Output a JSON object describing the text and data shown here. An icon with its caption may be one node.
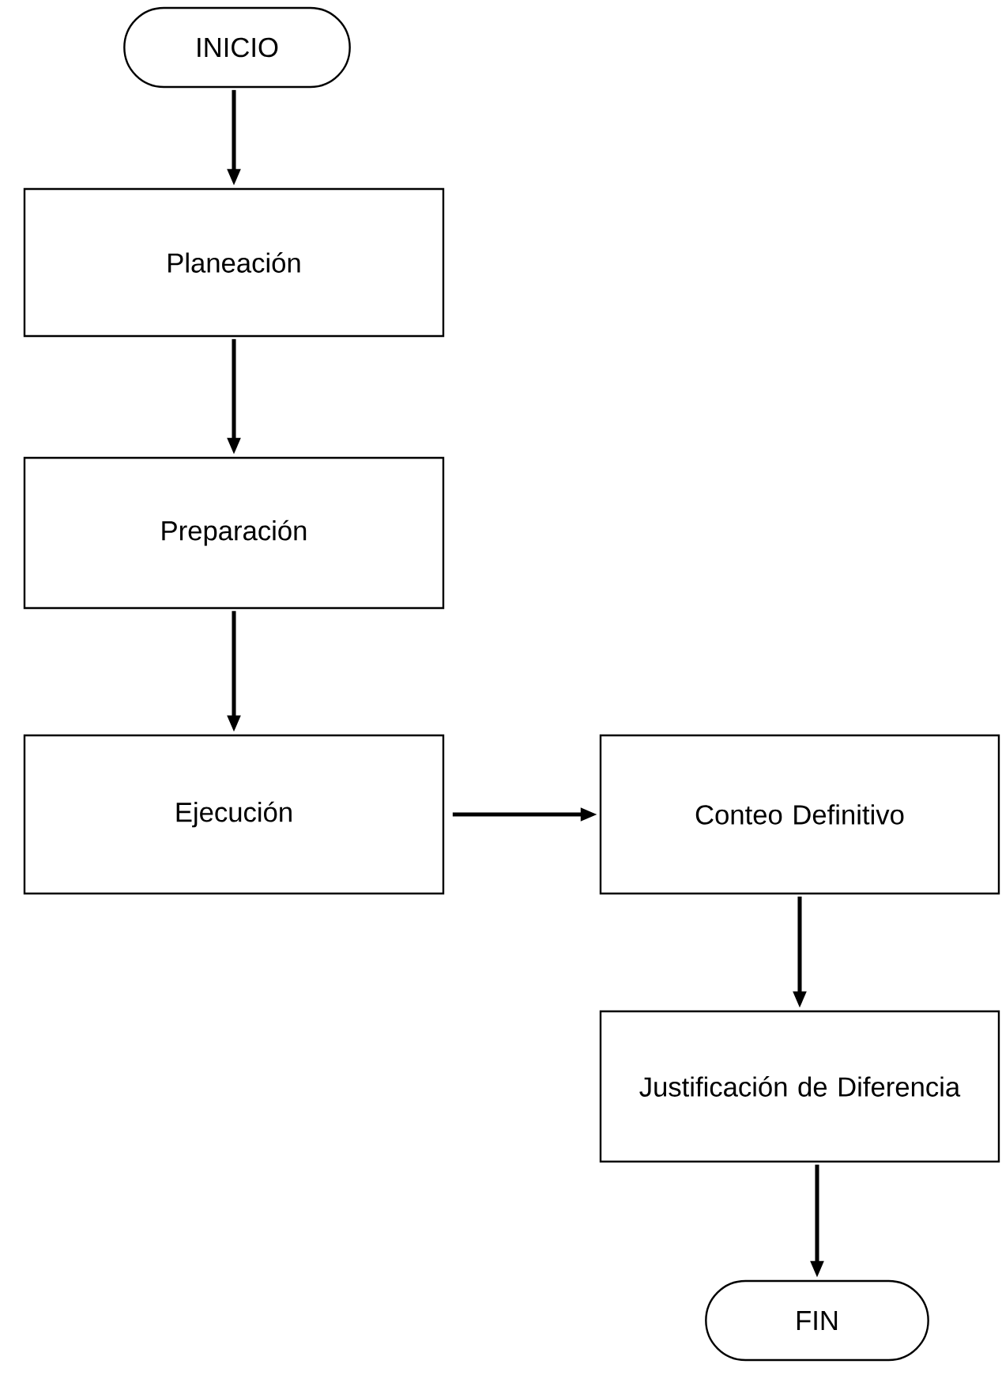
{
  "diagram": {
    "nodes": [
      {
        "text": [
          "INICIO"
        ]
      },
      {
        "text": [
          "Planeación"
        ]
      },
      {
        "text": [
          "Preparación"
        ]
      },
      {
        "text": [
          "Ejecución"
        ]
      },
      {
        "text": [
          "Conteo Definitivo"
        ]
      },
      {
        "text": [
          "Justificación de Diferencia"
        ]
      },
      {
        "text": [
          "FIN"
        ]
      }
    ],
    "edges": [
      {
        "from": 0,
        "to": 1,
        "arrow": "to"
      },
      {
        "from": 1,
        "to": 2,
        "arrow": "to"
      },
      {
        "from": 2,
        "to": 3,
        "arrow": "to"
      },
      {
        "from": 3,
        "to": 4,
        "arrow": "to"
      },
      {
        "from": 4,
        "to": 5,
        "arrow": "to"
      },
      {
        "from": 5,
        "to": 6,
        "arrow": "to"
      }
    ]
  }
}
